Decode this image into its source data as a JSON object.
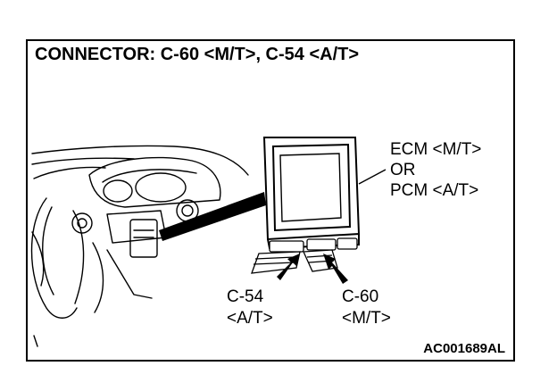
{
  "title": "CONNECTOR: C-60 <M/T>, C-54 <A/T>",
  "module_label": {
    "line1": "ECM <M/T>",
    "line2": "OR",
    "line3": "PCM <A/T>"
  },
  "callouts": {
    "c54": {
      "code": "C-54",
      "variant": "<A/T>"
    },
    "c60": {
      "code": "C-60",
      "variant": "<M/T>"
    }
  },
  "figure_code": "AC001689AL"
}
